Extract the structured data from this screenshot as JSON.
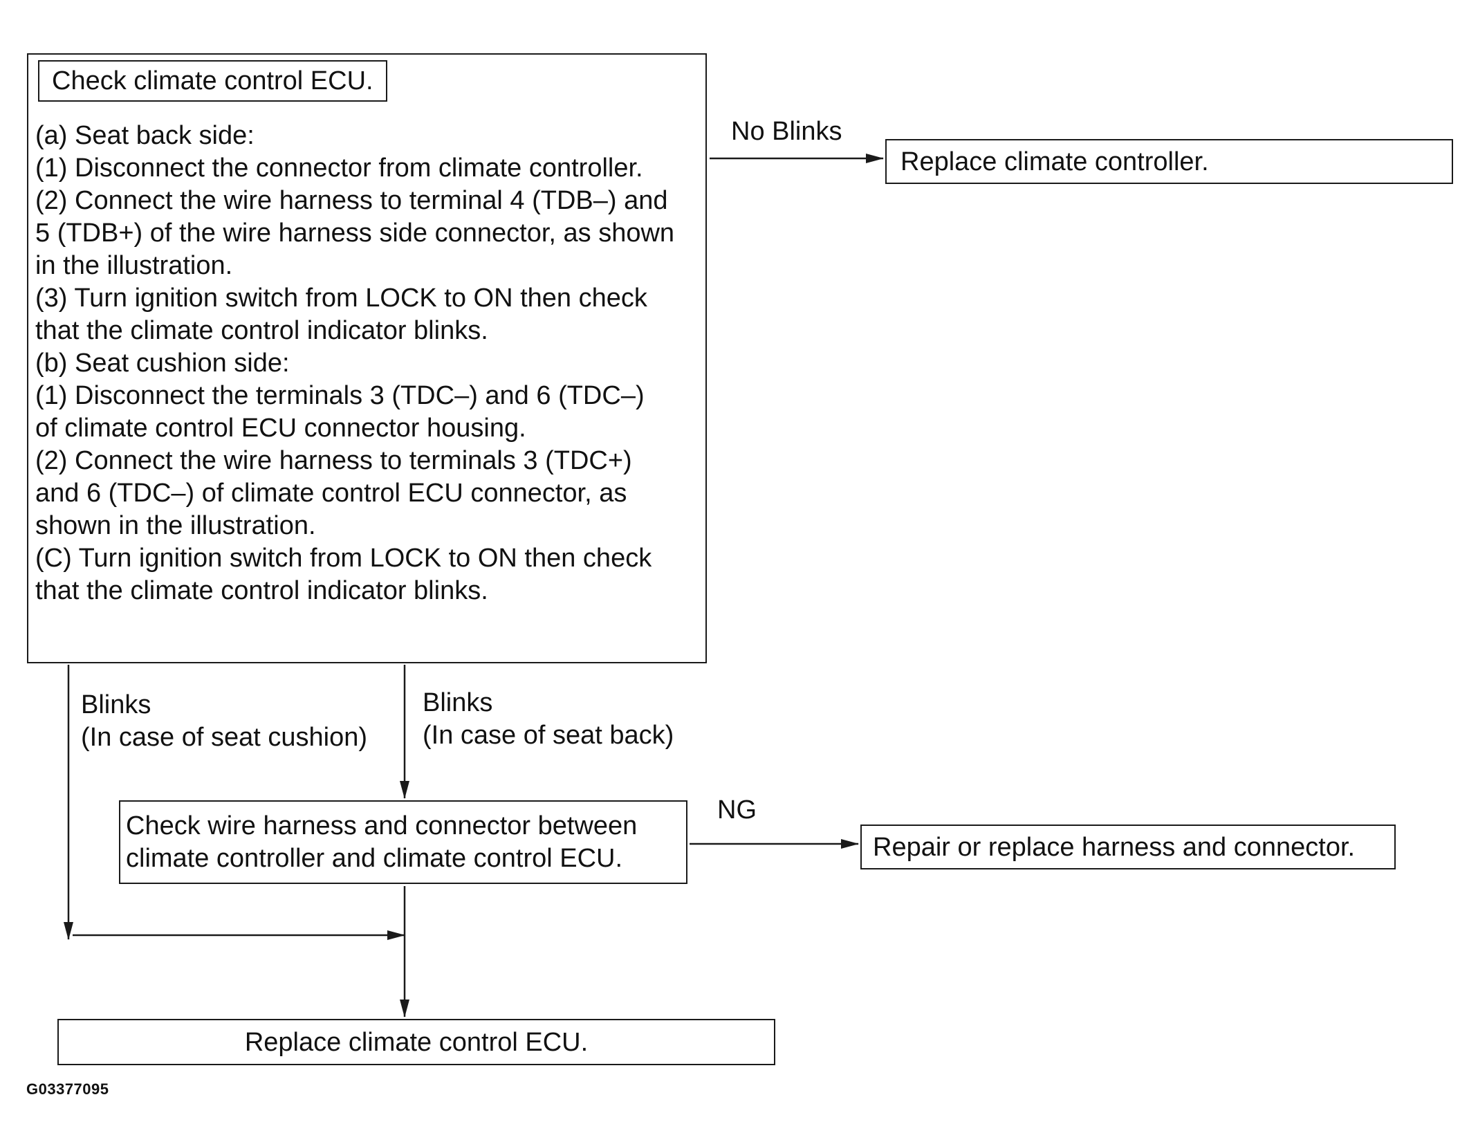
{
  "main": {
    "title": "Check climate control ECU.",
    "steps": [
      "(a)   Seat back side:",
      "(1) Disconnect the connector from climate controller.",
      "(2) Connect the wire harness to terminal 4 (TDB–) and",
      "5 (TDB+) of the wire harness side connector, as shown",
      "in the illustration.",
      "(3) Turn ignition switch from LOCK to ON then check",
      "that the climate control indicator blinks.",
      "(b)   Seat cushion side:",
      "(1) Disconnect the terminals 3 (TDC–) and 6 (TDC–)",
      "of climate control ECU connector housing.",
      "(2) Connect the wire harness to terminals 3 (TDC+)",
      " and 6 (TDC–) of climate control ECU connector, as",
      "shown in the illustration.",
      "(C)   Turn ignition switch from LOCK to ON then check",
      "that the climate control indicator blinks."
    ]
  },
  "boxes": {
    "replace_controller": "Replace climate controller.",
    "check_harness_line1": "Check wire harness and connector between",
    "check_harness_line2": "climate controller and climate control ECU.",
    "repair": "Repair or replace harness and connector.",
    "replace_ecu": "Replace climate control ECU."
  },
  "labels": {
    "no_blinks": "No Blinks",
    "ng": "NG",
    "blinks_cushion_line1": "Blinks",
    "blinks_cushion_line2": "(In case of seat cushion)",
    "blinks_back_line1": "Blinks",
    "blinks_back_line2": "(In case of seat back)"
  },
  "figure_code": "G03377095"
}
